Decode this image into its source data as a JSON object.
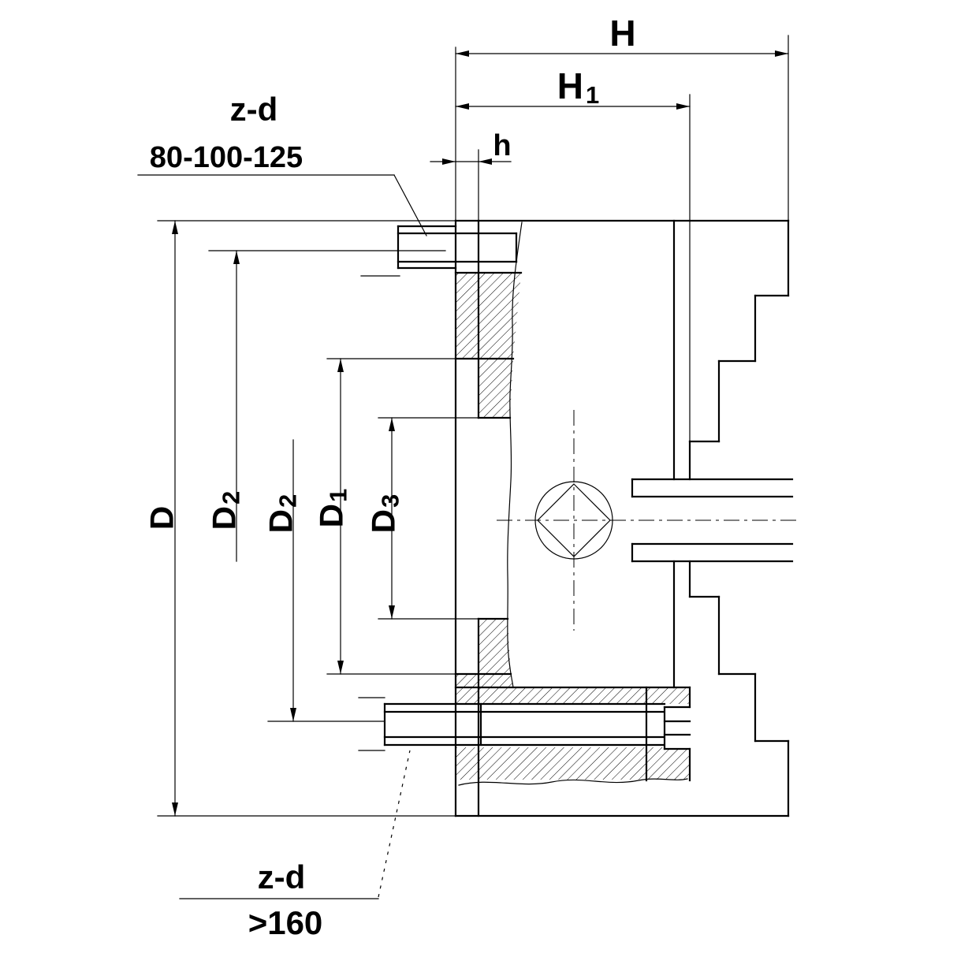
{
  "drawing": {
    "type": "technical-section-drawing",
    "subject": "lathe-chuck-with-backplate-cross-section",
    "colors": {
      "line": "#000000",
      "background": "#ffffff"
    },
    "labels": {
      "H": "H",
      "H1": {
        "main": "H",
        "sub": "1"
      },
      "h": "h",
      "D": "D",
      "D1": {
        "main": "D",
        "sub": "1"
      },
      "D2": {
        "main": "D",
        "sub": "2"
      },
      "D3": {
        "main": "D",
        "sub": "3"
      },
      "bolt_top": {
        "title": "z-d",
        "range": "80-100-125"
      },
      "bolt_bottom": {
        "title": "z-d",
        "range": ">160"
      }
    }
  }
}
